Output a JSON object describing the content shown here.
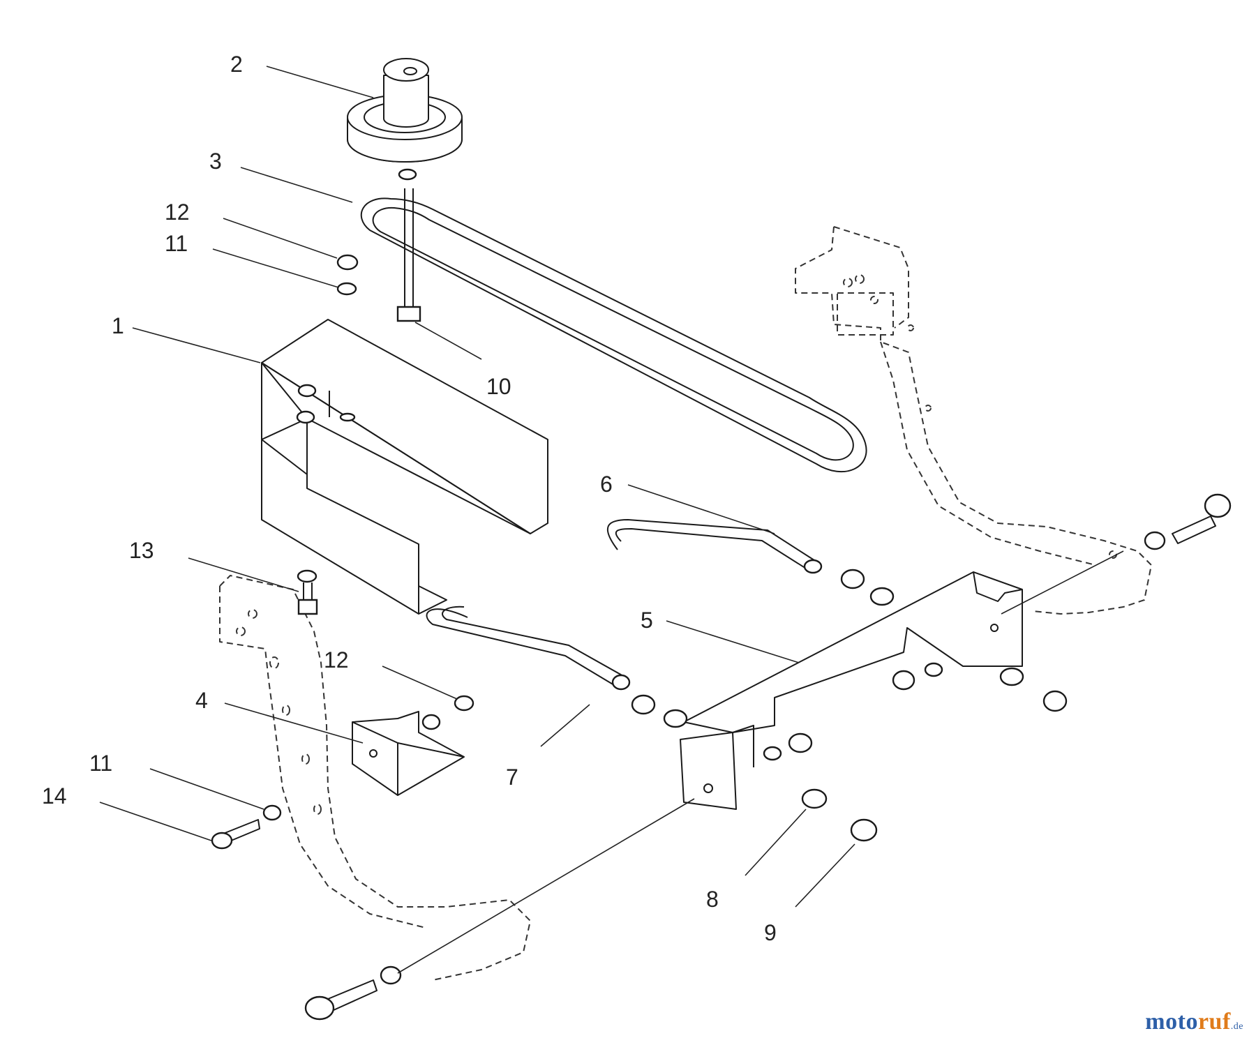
{
  "diagram": {
    "part_labels": [
      "1",
      "2",
      "3",
      "4",
      "5",
      "6",
      "7",
      "8",
      "9",
      "10",
      "11",
      "12",
      "13",
      "14"
    ],
    "labels": {
      "p1": "1",
      "p2": "2",
      "p3": "3",
      "p4": "4",
      "p5": "5",
      "p6": "6",
      "p7": "7",
      "p8": "8",
      "p9": "9",
      "p10": "10",
      "p11a": "11",
      "p11b": "11",
      "p12a": "12",
      "p12b": "12",
      "p13": "13",
      "p14": "14"
    }
  },
  "watermark": {
    "part1": "moto",
    "part2": "ruf",
    "part3": ".de"
  }
}
